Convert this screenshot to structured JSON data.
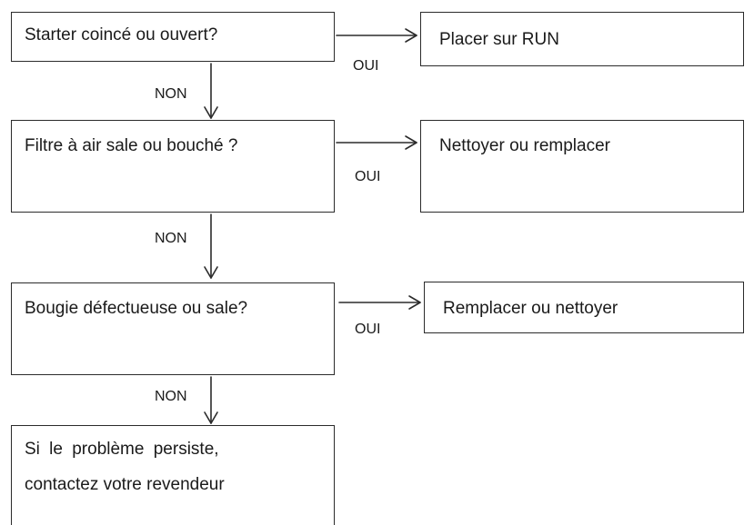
{
  "flowchart": {
    "questions": [
      {
        "text": "Starter coincé ou ouvert?"
      },
      {
        "text": "Filtre à air sale ou bouché ?"
      },
      {
        "text": "Bougie défectueuse ou sale?"
      }
    ],
    "actions": [
      {
        "text": "Placer sur RUN"
      },
      {
        "text": "Nettoyer ou remplacer"
      },
      {
        "text": "Remplacer ou nettoyer"
      }
    ],
    "final": {
      "line1": "Si le problème persiste,",
      "line2": "contactez votre revendeur"
    },
    "labels": {
      "yes": "OUI",
      "no": "NON"
    }
  }
}
